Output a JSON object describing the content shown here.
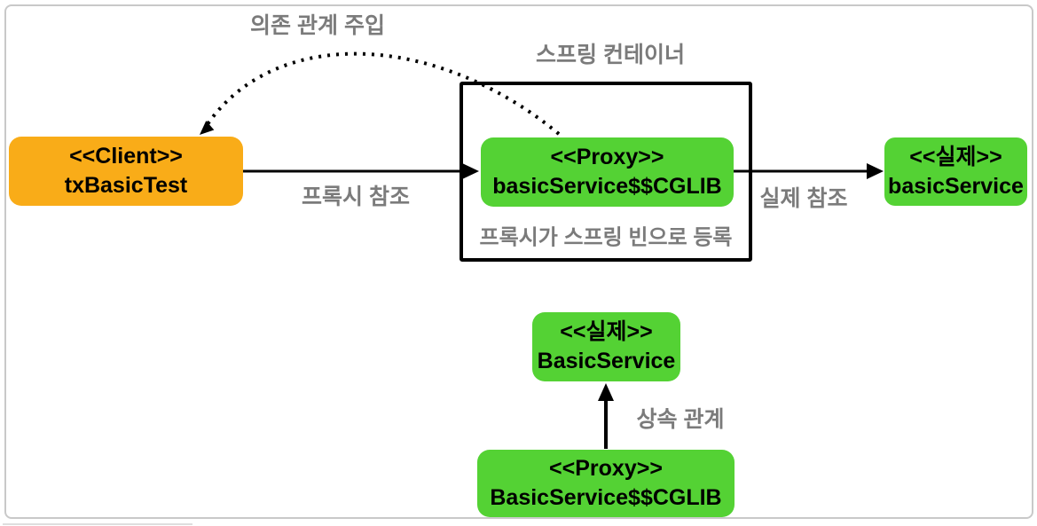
{
  "nodes": {
    "client": {
      "stereotype": "<<Client>>",
      "name": "txBasicTest"
    },
    "proxy_bean": {
      "stereotype": "<<Proxy>>",
      "name": "basicService$$CGLIB"
    },
    "real_bean": {
      "stereotype": "<<실제>>",
      "name": "basicService"
    },
    "real_class": {
      "stereotype": "<<실제>>",
      "name": "BasicService"
    },
    "proxy_class": {
      "stereotype": "<<Proxy>>",
      "name": "BasicService$$CGLIB"
    }
  },
  "labels": {
    "dependency_injection": "의존 관계 주입",
    "spring_container": "스프링 컨테이너",
    "proxy_reference": "프록시 참조",
    "real_reference": "실제 참조",
    "proxy_registered_as_bean": "프록시가 스프링 빈으로 등록",
    "inheritance": "상속 관계"
  },
  "colors": {
    "client_fill": "#F9AC18",
    "service_fill": "#54D234",
    "label_gray": "#7B7B7B",
    "arrow": "#000000",
    "frame_border": "#C9C9C9"
  }
}
